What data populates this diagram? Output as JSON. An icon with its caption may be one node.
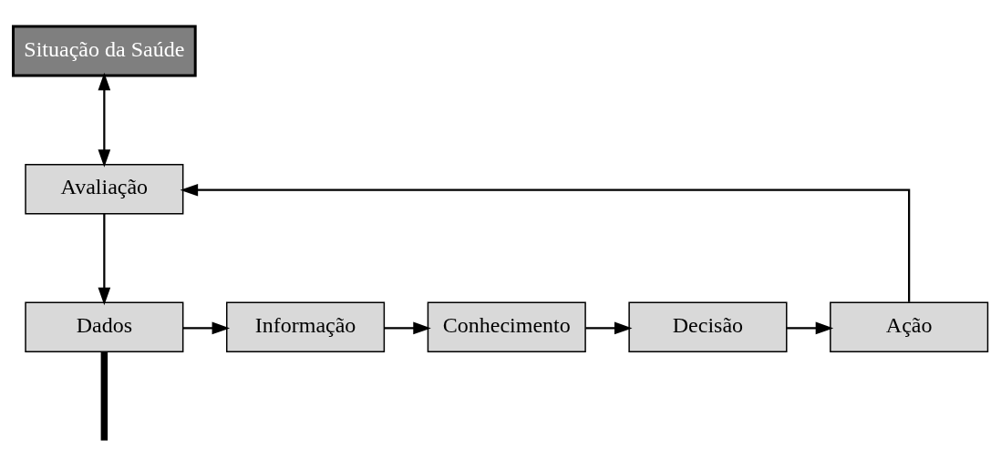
{
  "diagram": {
    "nodes": [
      {
        "text": [
          "Situação da Saúde"
        ]
      },
      {
        "text": [
          "Avaliação"
        ]
      },
      {
        "text": [
          "Dados"
        ]
      },
      {
        "text": [
          "Informação"
        ]
      },
      {
        "text": [
          "Conhecimento"
        ]
      },
      {
        "text": [
          "Decisão"
        ]
      },
      {
        "text": [
          "Ação"
        ]
      }
    ],
    "edges": [
      {
        "from": 0,
        "to": 1,
        "arrow": "both"
      },
      {
        "from": 1,
        "to": 2,
        "arrow": "to"
      },
      {
        "from": 2,
        "to": 3,
        "arrow": "to"
      },
      {
        "from": 3,
        "to": 4,
        "arrow": "to"
      },
      {
        "from": 4,
        "to": 5,
        "arrow": "to"
      },
      {
        "from": 5,
        "to": 6,
        "arrow": "to"
      },
      {
        "from": 6,
        "to": 1,
        "arrow": "to"
      },
      {
        "from": 2,
        "to": null,
        "arrow": "none",
        "style": "thick"
      }
    ]
  }
}
